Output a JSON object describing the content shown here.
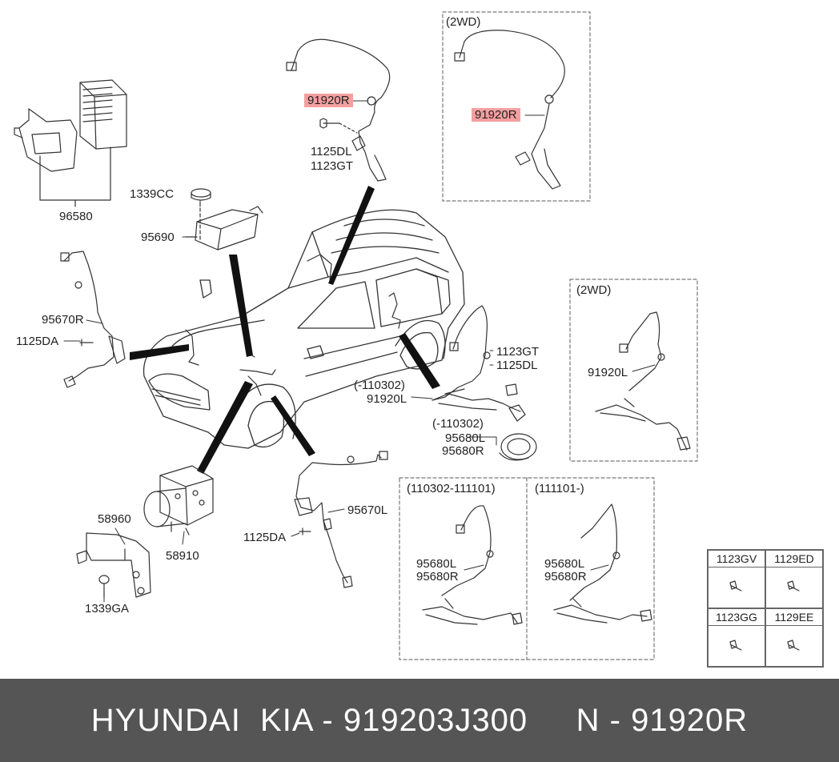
{
  "labels": {
    "l96580": "96580",
    "l1339cc": "1339CC",
    "l95690": "95690",
    "l91920r_top": "91920R",
    "l1125dl_top": "1125DL",
    "l1123gt_top": "1123GT",
    "l2wd_top": "(2WD)",
    "l91920r_2wd": "91920R",
    "l95670r": "95670R",
    "l1125da_left": "1125DA",
    "l1123gt_mid": "1123GT",
    "l1125dl_mid": "1125DL",
    "l110302_a": "(-110302)",
    "l91920l_mid": "91920L",
    "l110302_b": "(-110302)",
    "l95680l_mid": "95680L",
    "l95680r_mid": "95680R",
    "l2wd_right": "(2WD)",
    "l91920l_2wd": "91920L",
    "l58960": "58960",
    "l58910": "58910",
    "l1339ga": "1339GA",
    "l95670l": "95670L",
    "l1125da_bottom": "1125DA",
    "l_range_a": "(110302-111101)",
    "l_range_b": "(111101-)",
    "l95680l_a": "95680L",
    "l95680r_a": "95680R",
    "l95680l_b": "95680L",
    "l95680r_b": "95680R"
  },
  "legend": {
    "c1": "1123GV",
    "c2": "1129ED",
    "c3": "1123GG",
    "c4": "1129EE"
  },
  "footer": {
    "text": "HYUNDAI  KIA - 919203J300     N - 91920R"
  }
}
